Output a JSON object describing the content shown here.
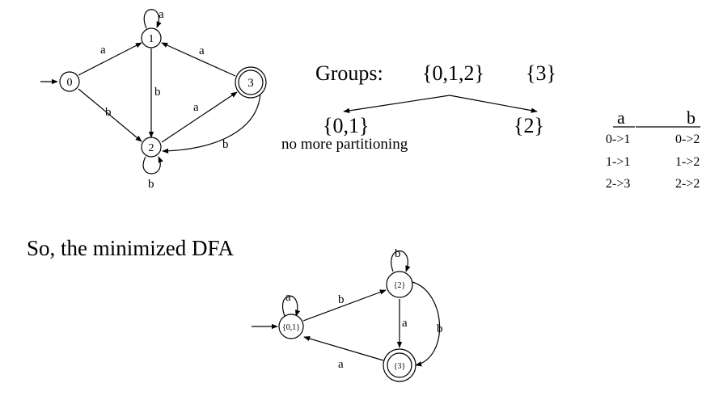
{
  "original_dfa": {
    "states": [
      "0",
      "1",
      "2",
      "3"
    ],
    "edge_labels": {
      "s0_to_s1": "a",
      "s0_to_s2": "b",
      "s1_loop": "a",
      "s1_to_s2": "b",
      "s3_to_s1": "a",
      "s2_to_s3": "a",
      "s3_to_s2": "b",
      "s2_loop": "b"
    }
  },
  "partition": {
    "groups_label": "Groups:",
    "group_a": "{0,1,2}",
    "group_b": "{3}",
    "split_left": "{0,1}",
    "split_right": "{2}",
    "note": "no more partitioning"
  },
  "transition_table": {
    "headers": [
      "a",
      "b"
    ],
    "rows": [
      [
        "0->1",
        "0->2"
      ],
      [
        "1->1",
        "1->2"
      ],
      [
        "2->3",
        "2->2"
      ]
    ]
  },
  "conclusion": "So, the minimized DFA",
  "minimized_dfa": {
    "states": [
      "{0,1}",
      "{2}",
      "{3}"
    ],
    "edge_labels": {
      "s01_loop": "a",
      "s01_to_s2": "b",
      "s2_loop": "b",
      "s2_to_s3": "a",
      "s3_to_s2": "b",
      "s3_to_s01": "a"
    }
  }
}
